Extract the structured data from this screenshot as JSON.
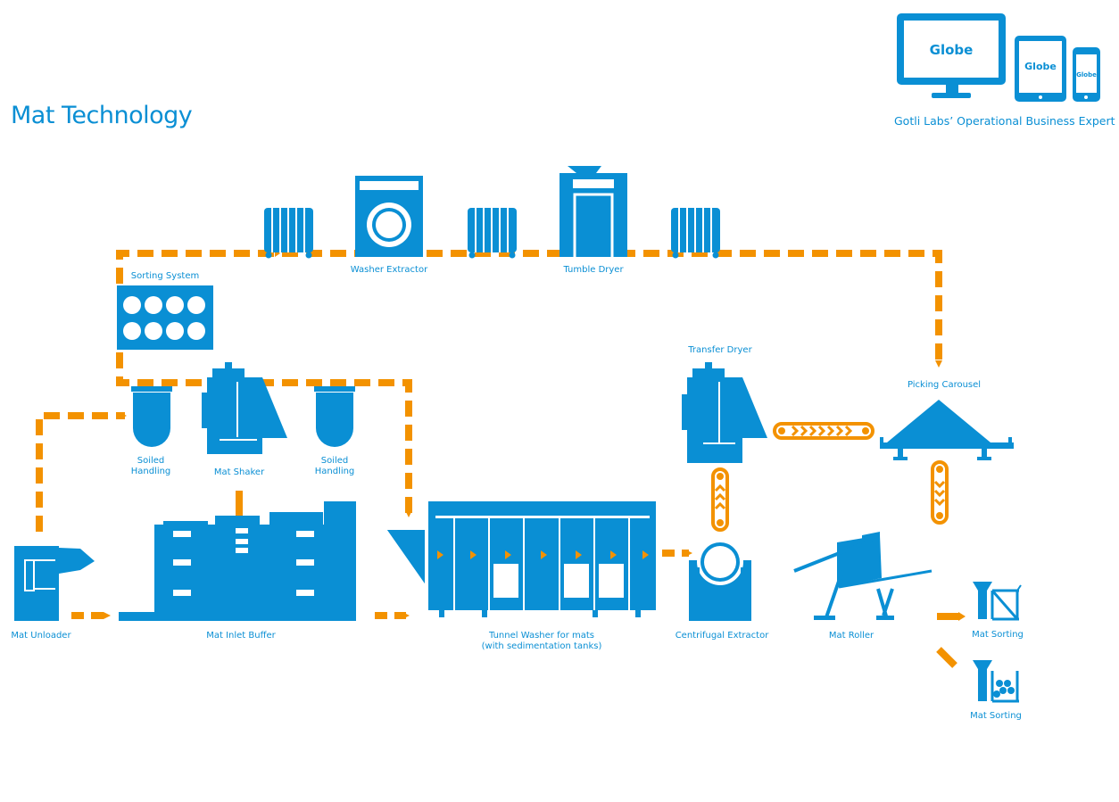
{
  "header": {
    "title": "Mat Technology",
    "brand": "Globe",
    "tagline": "Gotli Labs’ Operational Business Expert"
  },
  "colors": {
    "machine_blue": "#0a8fd4",
    "flow_orange": "#f39200",
    "background": "#ffffff"
  },
  "stations": {
    "sorting_system": "Sorting System",
    "washer_extractor": "Washer Extractor",
    "tumble_dryer": "Tumble Dryer",
    "soiled_handling_left": "Soiled\nHandling",
    "mat_shaker": "Mat Shaker",
    "soiled_handling_right": "Soiled\nHandling",
    "transfer_dryer": "Transfer Dryer",
    "picking_carousel": "Picking Carousel",
    "mat_unloader": "Mat Unloader",
    "mat_inlet_buffer": "Mat Inlet Buffer",
    "tunnel_washer": "Tunnel Washer for mats\n(with sedimentation tanks)",
    "centrifugal_extractor": "Centrifugal Extractor",
    "mat_roller": "Mat Roller",
    "mat_sorting_1": "Mat Sorting",
    "mat_sorting_2": "Mat Sorting"
  },
  "icons": {
    "devices": [
      "desktop-monitor-icon",
      "tablet-icon",
      "phone-icon"
    ],
    "flow": "orange-dashed-arrow-icon",
    "carts": "laundry-cart-icon"
  }
}
